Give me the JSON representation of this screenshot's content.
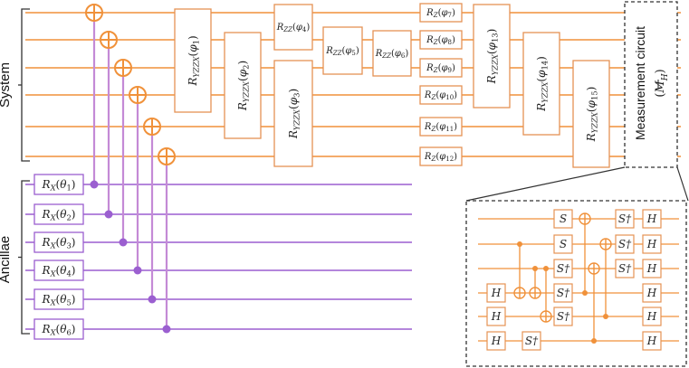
{
  "registers": {
    "system_label": "System",
    "ancilla_label": "Ancillae"
  },
  "ancilla_gates": [
    {
      "op": "R",
      "sub": "X",
      "arg": "θ",
      "idx": "1"
    },
    {
      "op": "R",
      "sub": "X",
      "arg": "θ",
      "idx": "2"
    },
    {
      "op": "R",
      "sub": "X",
      "arg": "θ",
      "idx": "3"
    },
    {
      "op": "R",
      "sub": "X",
      "arg": "θ",
      "idx": "4"
    },
    {
      "op": "R",
      "sub": "X",
      "arg": "θ",
      "idx": "5"
    },
    {
      "op": "R",
      "sub": "X",
      "arg": "θ",
      "idx": "6"
    }
  ],
  "system_gates": [
    {
      "op": "R",
      "sub": "YZZX",
      "arg": "φ",
      "idx": "1"
    },
    {
      "op": "R",
      "sub": "YZZX",
      "arg": "φ",
      "idx": "2"
    },
    {
      "op": "R",
      "sub": "YZZX",
      "arg": "φ",
      "idx": "3"
    },
    {
      "op": "R",
      "sub": "ZZ",
      "arg": "φ",
      "idx": "4"
    },
    {
      "op": "R",
      "sub": "ZZ",
      "arg": "φ",
      "idx": "5"
    },
    {
      "op": "R",
      "sub": "ZZ",
      "arg": "φ",
      "idx": "6"
    },
    {
      "op": "R",
      "sub": "Z",
      "arg": "φ",
      "idx": "7"
    },
    {
      "op": "R",
      "sub": "Z",
      "arg": "φ",
      "idx": "8"
    },
    {
      "op": "R",
      "sub": "Z",
      "arg": "φ",
      "idx": "9"
    },
    {
      "op": "R",
      "sub": "Z",
      "arg": "φ",
      "idx": "10"
    },
    {
      "op": "R",
      "sub": "Z",
      "arg": "φ",
      "idx": "11"
    },
    {
      "op": "R",
      "sub": "Z",
      "arg": "φ",
      "idx": "12"
    },
    {
      "op": "R",
      "sub": "YZZX",
      "arg": "φ",
      "idx": "13"
    },
    {
      "op": "R",
      "sub": "YZZX",
      "arg": "φ",
      "idx": "14"
    },
    {
      "op": "R",
      "sub": "YZZX",
      "arg": "φ",
      "idx": "15"
    }
  ],
  "measurement": {
    "title": "Measurement circuit",
    "symbol": "M",
    "symbol_sub": "H",
    "gates": [
      "H",
      "H",
      "H",
      "S",
      "S",
      "S†",
      "S†",
      "S†",
      "S†",
      "S†",
      "S†",
      "H",
      "H",
      "H",
      "H",
      "H",
      "H"
    ]
  },
  "colors": {
    "system_wire": "#f0913a",
    "ancilla_wire": "#9b5fd0",
    "target": "#f0913a",
    "control_wire": "#c48ad6",
    "box_stroke": "#e59254",
    "ancilla_box_stroke": "#9b5fd0",
    "frame": "#333333"
  }
}
